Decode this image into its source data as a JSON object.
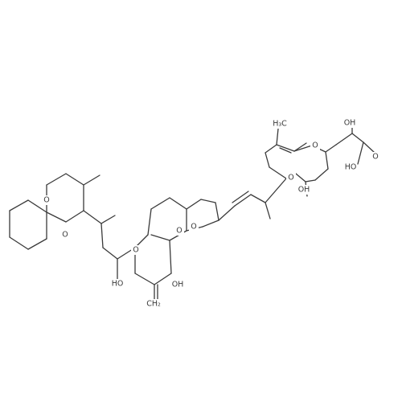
{
  "diagram": {
    "type": "skeletal-structure",
    "atom_labels": {
      "o_terminal_spiro_1": "O",
      "o_terminal_spiro_2": "O",
      "methyl_ring_a": "",
      "oh_side_chain": "HO",
      "o_pyran_1": "O",
      "o_pyran_2": "O",
      "oh_pyran": "OH",
      "methylene": "CH₂",
      "o_thf": "O",
      "methyl_alkene": "",
      "methyl_top": "H₃C",
      "o_spiro_b1": "O",
      "o_spiro_b2": "O",
      "oh_spiro_b": "OH",
      "oh_acid_alpha": "OH",
      "oh_acid": "HO",
      "o_acid_carbonyl": "O"
    }
  }
}
